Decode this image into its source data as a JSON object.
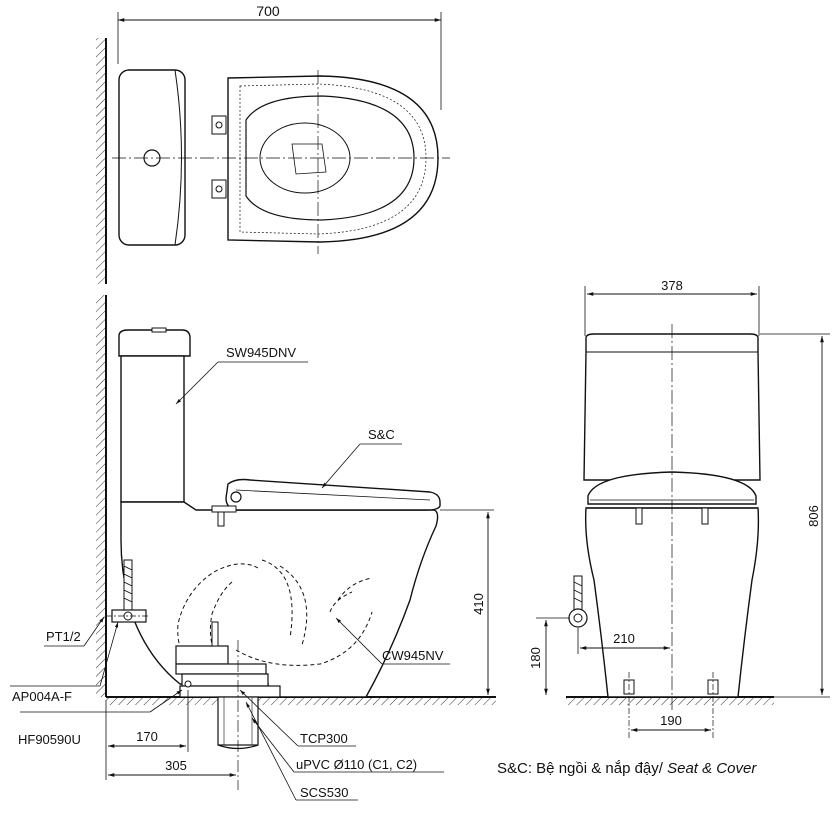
{
  "dimensions": {
    "top_width": "700",
    "front_width": "378",
    "front_height": "806",
    "rim_height": "410",
    "outlet_offset_side": "170",
    "outlet_offset_back": "305",
    "supply_height": "180",
    "supply_offset": "210",
    "foot_spacing": "190"
  },
  "labels": {
    "tank": "SW945DNV",
    "seat_cover": "S&C",
    "bowl": "CW945NV",
    "thread": "PT1/2",
    "angle_valve": "AP004A-F",
    "flange": "HF90590U",
    "tcp": "TCP300",
    "upvc": "uPVC Ø110 (C1, C2)",
    "scs": "SCS530"
  },
  "caption": {
    "prefix": "S&C: Bệ ngồi & nắp đậy/ ",
    "italic": "Seat & Cover"
  }
}
